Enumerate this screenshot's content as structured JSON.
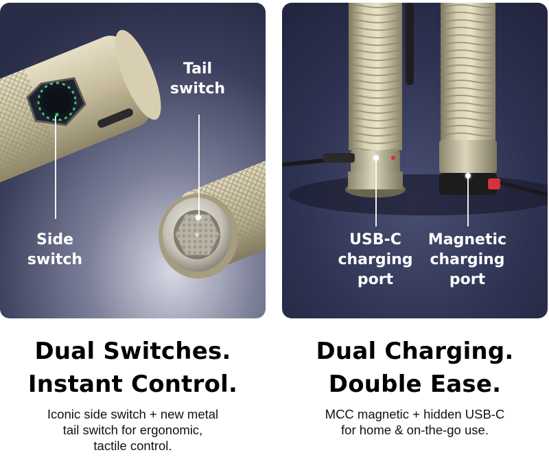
{
  "left_panel": {
    "tail_label": [
      "Tail",
      "switch"
    ],
    "side_label": [
      "Side",
      "switch"
    ],
    "headline": [
      "Dual Switches.",
      "Instant Control."
    ],
    "subtext": [
      "Iconic side switch + new metal",
      "tail switch for ergonomic,",
      "tactile control."
    ]
  },
  "right_panel": {
    "usbc_label": [
      "USB-C",
      "charging",
      "port"
    ],
    "magnetic_label": [
      "Magnetic",
      "charging",
      "port"
    ],
    "headline": [
      "Dual Charging.",
      "Double Ease."
    ],
    "subtext": [
      "MCC magnetic + hidden USB-C",
      "for home & on-the-go use."
    ]
  },
  "colors": {
    "panel_background": "#2b2f4a",
    "flashlight_body": "#c9c0a3",
    "switch_glow": "#3ec46d",
    "magnet_accent": "#d9313a"
  }
}
